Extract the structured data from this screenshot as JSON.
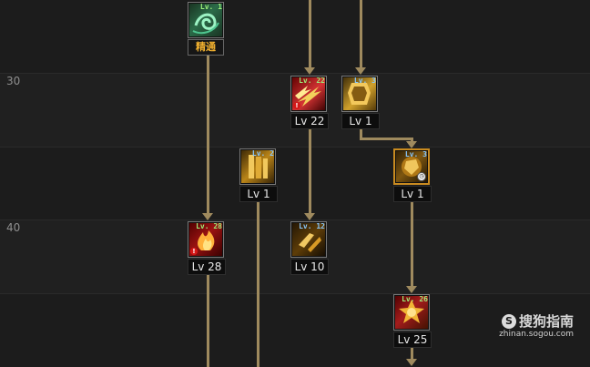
{
  "row_labels": [
    "30",
    "40"
  ],
  "skills": [
    {
      "id": "mastery_skill",
      "icon_name": "swirl-icon",
      "lv_tag": "Lv. 1",
      "tag_color": "green",
      "sub_label": "精通",
      "type": "master"
    },
    {
      "id": "skill_lv22",
      "icon_name": "red-slash-icon",
      "lv_tag": "Lv. 22",
      "tag_color": "green",
      "level_text": "Lv 22",
      "warning": "!"
    },
    {
      "id": "skill_lv1_top",
      "icon_name": "golden-armor-icon",
      "lv_tag": "Lv. 3",
      "tag_color": "blue",
      "level_text": "Lv 1"
    },
    {
      "id": "skill_lv1_mid",
      "icon_name": "golden-pillar-icon",
      "lv_tag": "Lv. 2",
      "tag_color": "blue",
      "level_text": "Lv 1"
    },
    {
      "id": "skill_lv1_selected",
      "icon_name": "golden-fist-icon",
      "lv_tag": "Lv. 3",
      "tag_color": "blue",
      "level_text": "Lv 1",
      "clock": "◷"
    },
    {
      "id": "skill_lv28",
      "icon_name": "red-flame-icon",
      "lv_tag": "Lv. 28",
      "tag_color": "green",
      "level_text": "Lv 28",
      "warning": "!"
    },
    {
      "id": "skill_lv10",
      "icon_name": "golden-strike-icon",
      "lv_tag": "Lv. 12",
      "tag_color": "blue",
      "level_text": "Lv 10"
    },
    {
      "id": "skill_lv25",
      "icon_name": "red-gold-burst-icon",
      "lv_tag": "Lv. 26",
      "tag_color": "green",
      "level_text": "Lv 25"
    }
  ],
  "watermark": {
    "badge": "S",
    "title": "搜狗指南",
    "url": "zhinan.sogou.com"
  },
  "colors": {
    "connector": "#9f8a5e",
    "selected_border": "#c98b20",
    "master_text": "#f2b12f"
  }
}
